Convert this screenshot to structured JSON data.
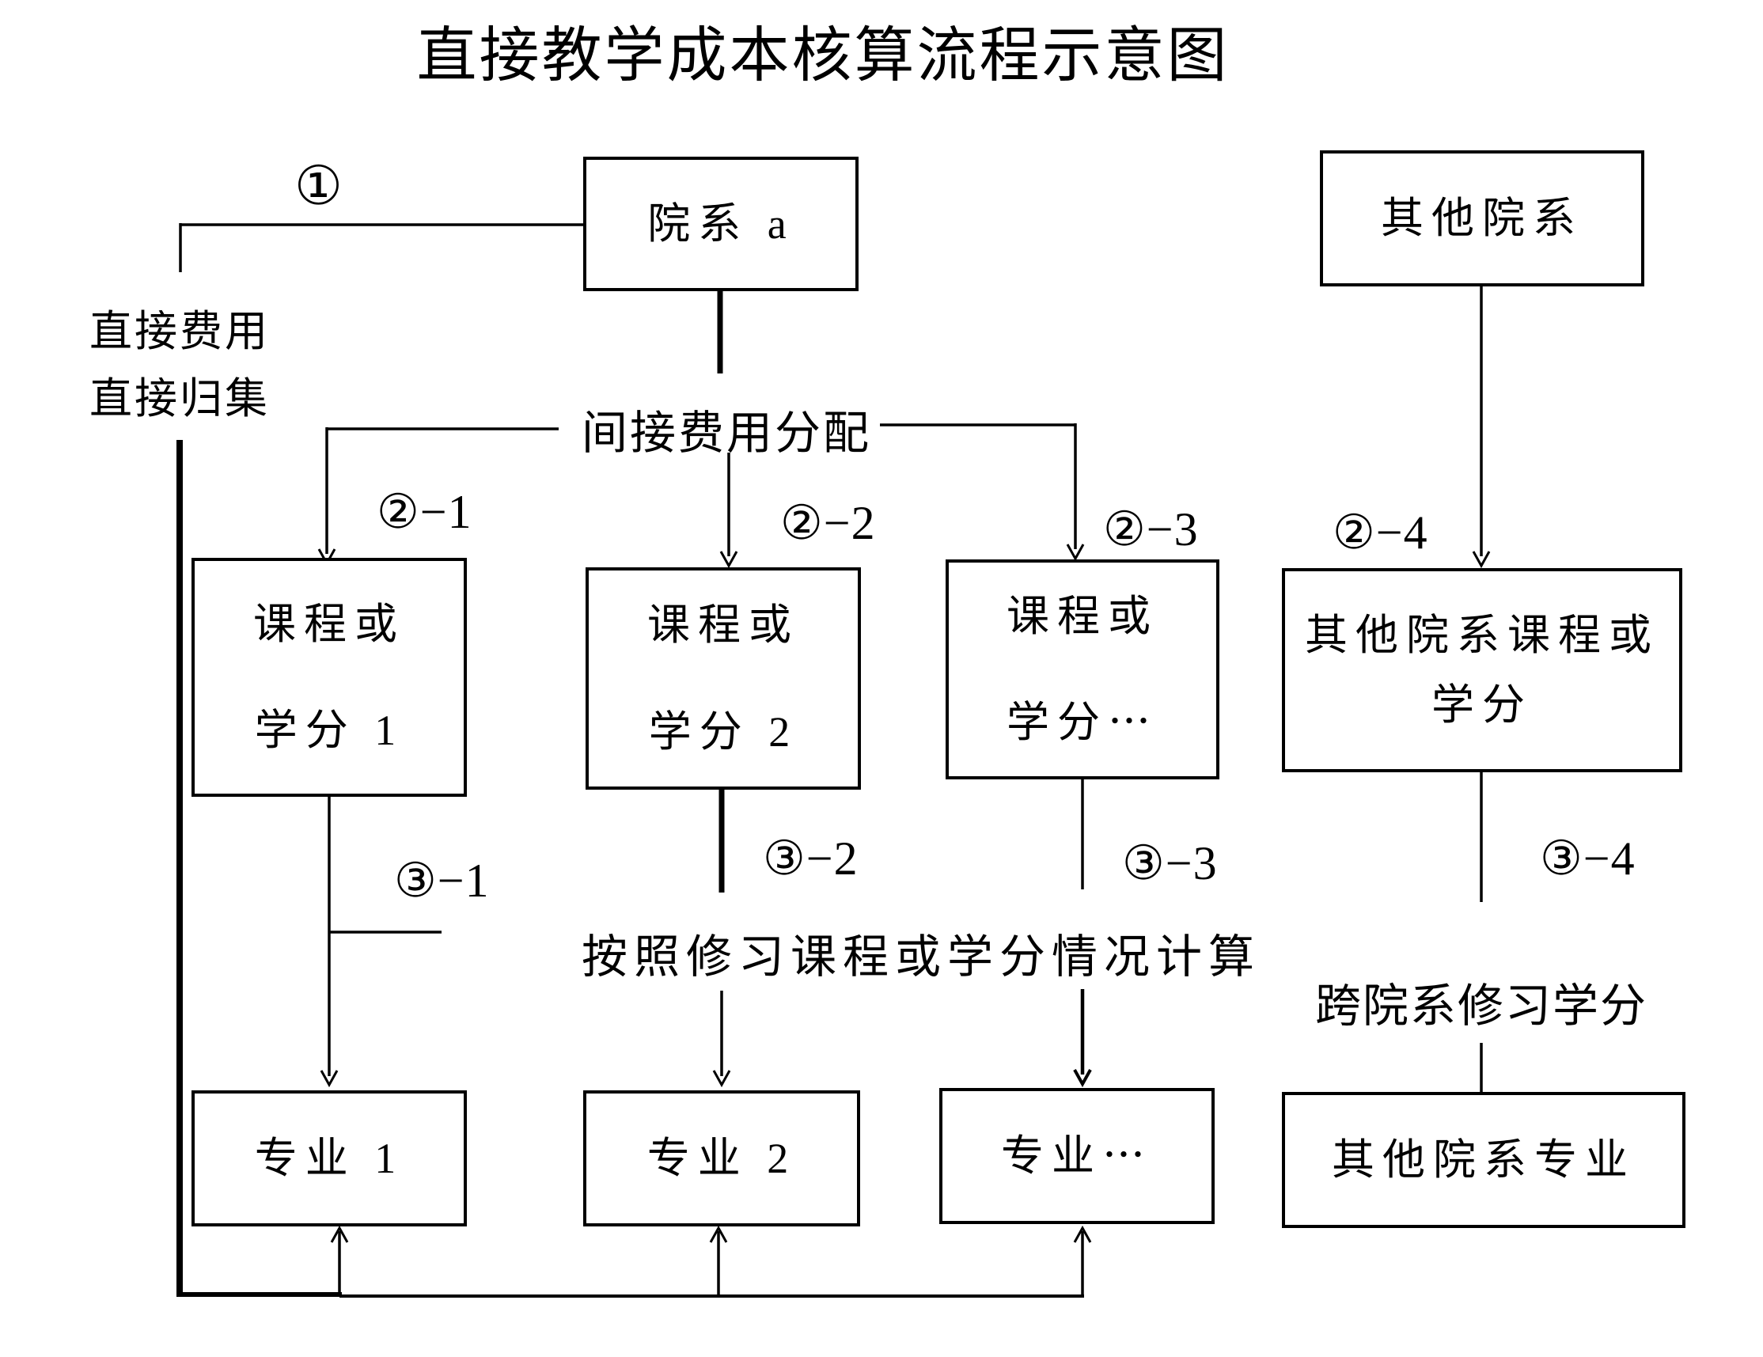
{
  "title": "直接教学成本核算流程示意图",
  "nodes": {
    "dept_a": "院系 a",
    "other_dept": "其他院系",
    "course1": [
      "课程或",
      "学分 1"
    ],
    "course2": [
      "课程或",
      "学分 2"
    ],
    "course3": [
      "课程或",
      "学分⋯"
    ],
    "other_course": [
      "其他院系课程或",
      "学分"
    ],
    "major1": "专业 1",
    "major2": "专业 2",
    "major3": "专业⋯",
    "other_major": "其他院系专业"
  },
  "labels": {
    "step1": "①",
    "direct_fee_line1": "直接费用",
    "direct_fee_line2": "直接归集",
    "indirect_alloc": "间接费用分配",
    "step2_1": "②−1",
    "step2_2": "②−2",
    "step2_3": "②−3",
    "step2_4": "②−4",
    "step3_1": "③−1",
    "step3_2": "③−2",
    "step3_3": "③−3",
    "step3_4": "③−4",
    "calc_note": "按照修习课程或学分情况计算",
    "cross_dept_note": "跨院系修习学分"
  },
  "colors": {
    "line": "#000000",
    "text": "#000000",
    "background": "#ffffff"
  }
}
